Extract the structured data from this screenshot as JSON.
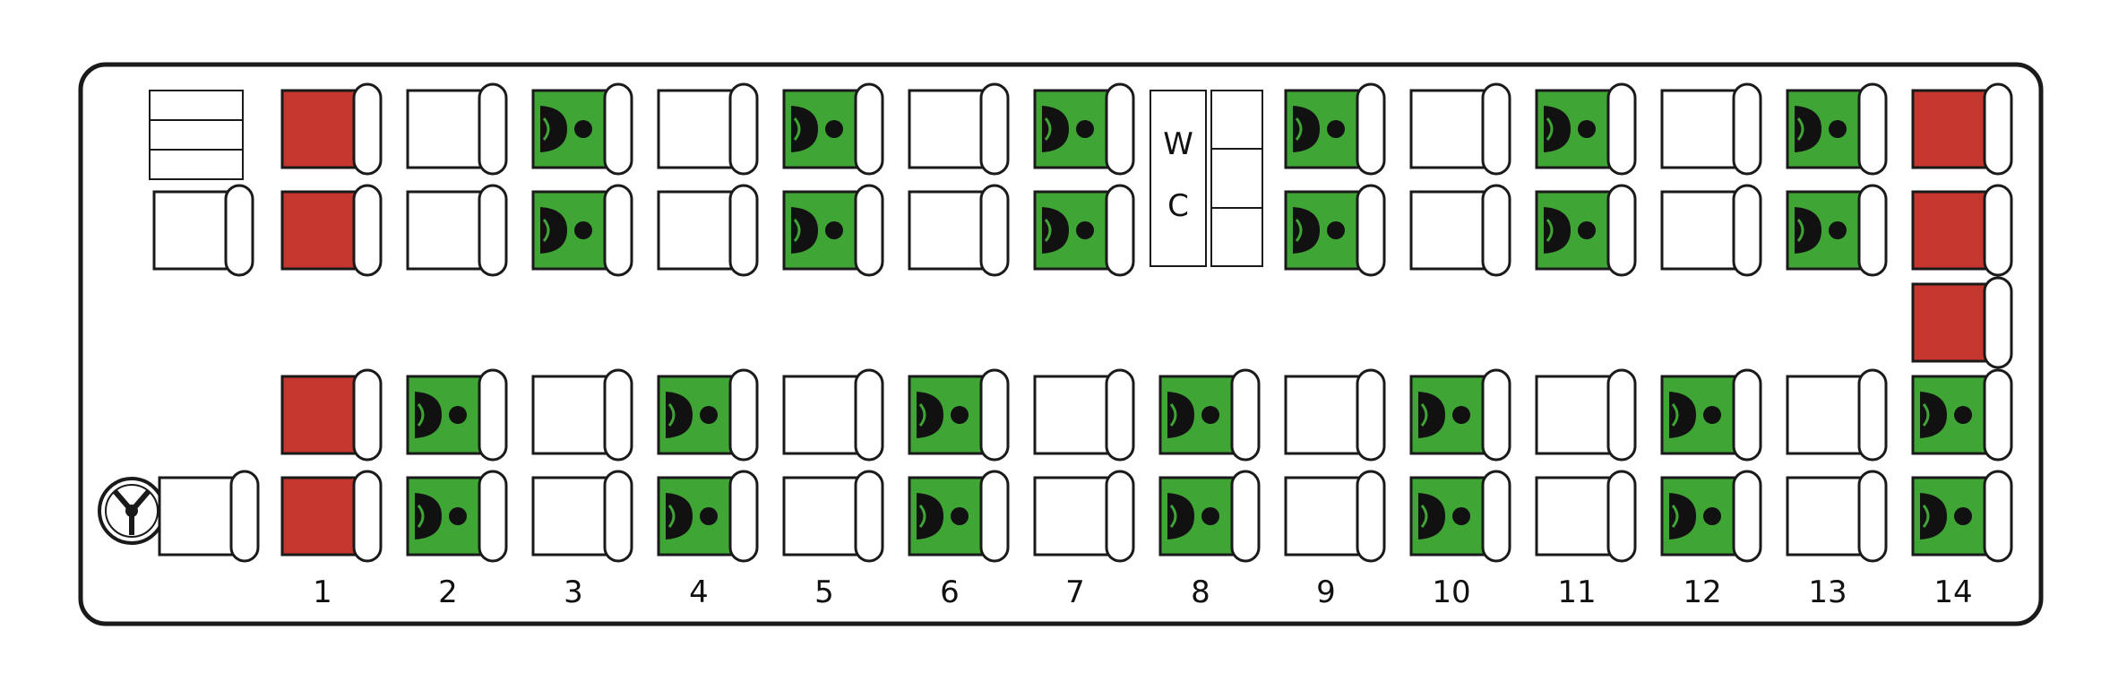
{
  "legend_colors": {
    "free": "#ffffff",
    "occupied": "#3fa535",
    "reserved": "#c5362e",
    "outline": "#1a1a1a"
  },
  "wc_label": [
    "W",
    "C"
  ],
  "column_numbers": [
    "1",
    "2",
    "3",
    "4",
    "5",
    "6",
    "7",
    "8",
    "9",
    "10",
    "11",
    "12",
    "13",
    "14"
  ],
  "seats": [
    {
      "col": 1,
      "rows": {
        "A": "reserved",
        "B": "reserved",
        "D": "reserved",
        "E": "reserved"
      }
    },
    {
      "col": 2,
      "rows": {
        "A": "free",
        "B": "free",
        "D": "occupied",
        "E": "occupied"
      }
    },
    {
      "col": 3,
      "rows": {
        "A": "occupied",
        "B": "occupied",
        "D": "free",
        "E": "free"
      }
    },
    {
      "col": 4,
      "rows": {
        "A": "free",
        "B": "free",
        "D": "occupied",
        "E": "occupied"
      }
    },
    {
      "col": 5,
      "rows": {
        "A": "occupied",
        "B": "occupied",
        "D": "free",
        "E": "free"
      }
    },
    {
      "col": 6,
      "rows": {
        "A": "free",
        "B": "free",
        "D": "occupied",
        "E": "occupied"
      }
    },
    {
      "col": 7,
      "rows": {
        "A": "occupied",
        "B": "occupied",
        "D": "free",
        "E": "free"
      }
    },
    {
      "col": 8,
      "rows": {
        "D": "occupied",
        "E": "occupied"
      }
    },
    {
      "col": 9,
      "rows": {
        "A": "occupied",
        "B": "occupied",
        "D": "free",
        "E": "free"
      }
    },
    {
      "col": 10,
      "rows": {
        "A": "free",
        "B": "free",
        "D": "occupied",
        "E": "occupied"
      }
    },
    {
      "col": 11,
      "rows": {
        "A": "occupied",
        "B": "occupied",
        "D": "free",
        "E": "free"
      }
    },
    {
      "col": 12,
      "rows": {
        "A": "free",
        "B": "free",
        "D": "occupied",
        "E": "occupied"
      }
    },
    {
      "col": 13,
      "rows": {
        "A": "occupied",
        "B": "occupied",
        "D": "free",
        "E": "free"
      }
    },
    {
      "col": 14,
      "rows": {
        "A": "reserved",
        "B": "reserved",
        "C": "reserved",
        "D": "occupied",
        "E": "occupied"
      }
    }
  ],
  "front_seats": [
    {
      "id": "guide-seat",
      "status": "free"
    },
    {
      "id": "driver-seat",
      "status": "free"
    }
  ],
  "icons": [
    "steering-wheel-icon",
    "passenger-icon"
  ]
}
